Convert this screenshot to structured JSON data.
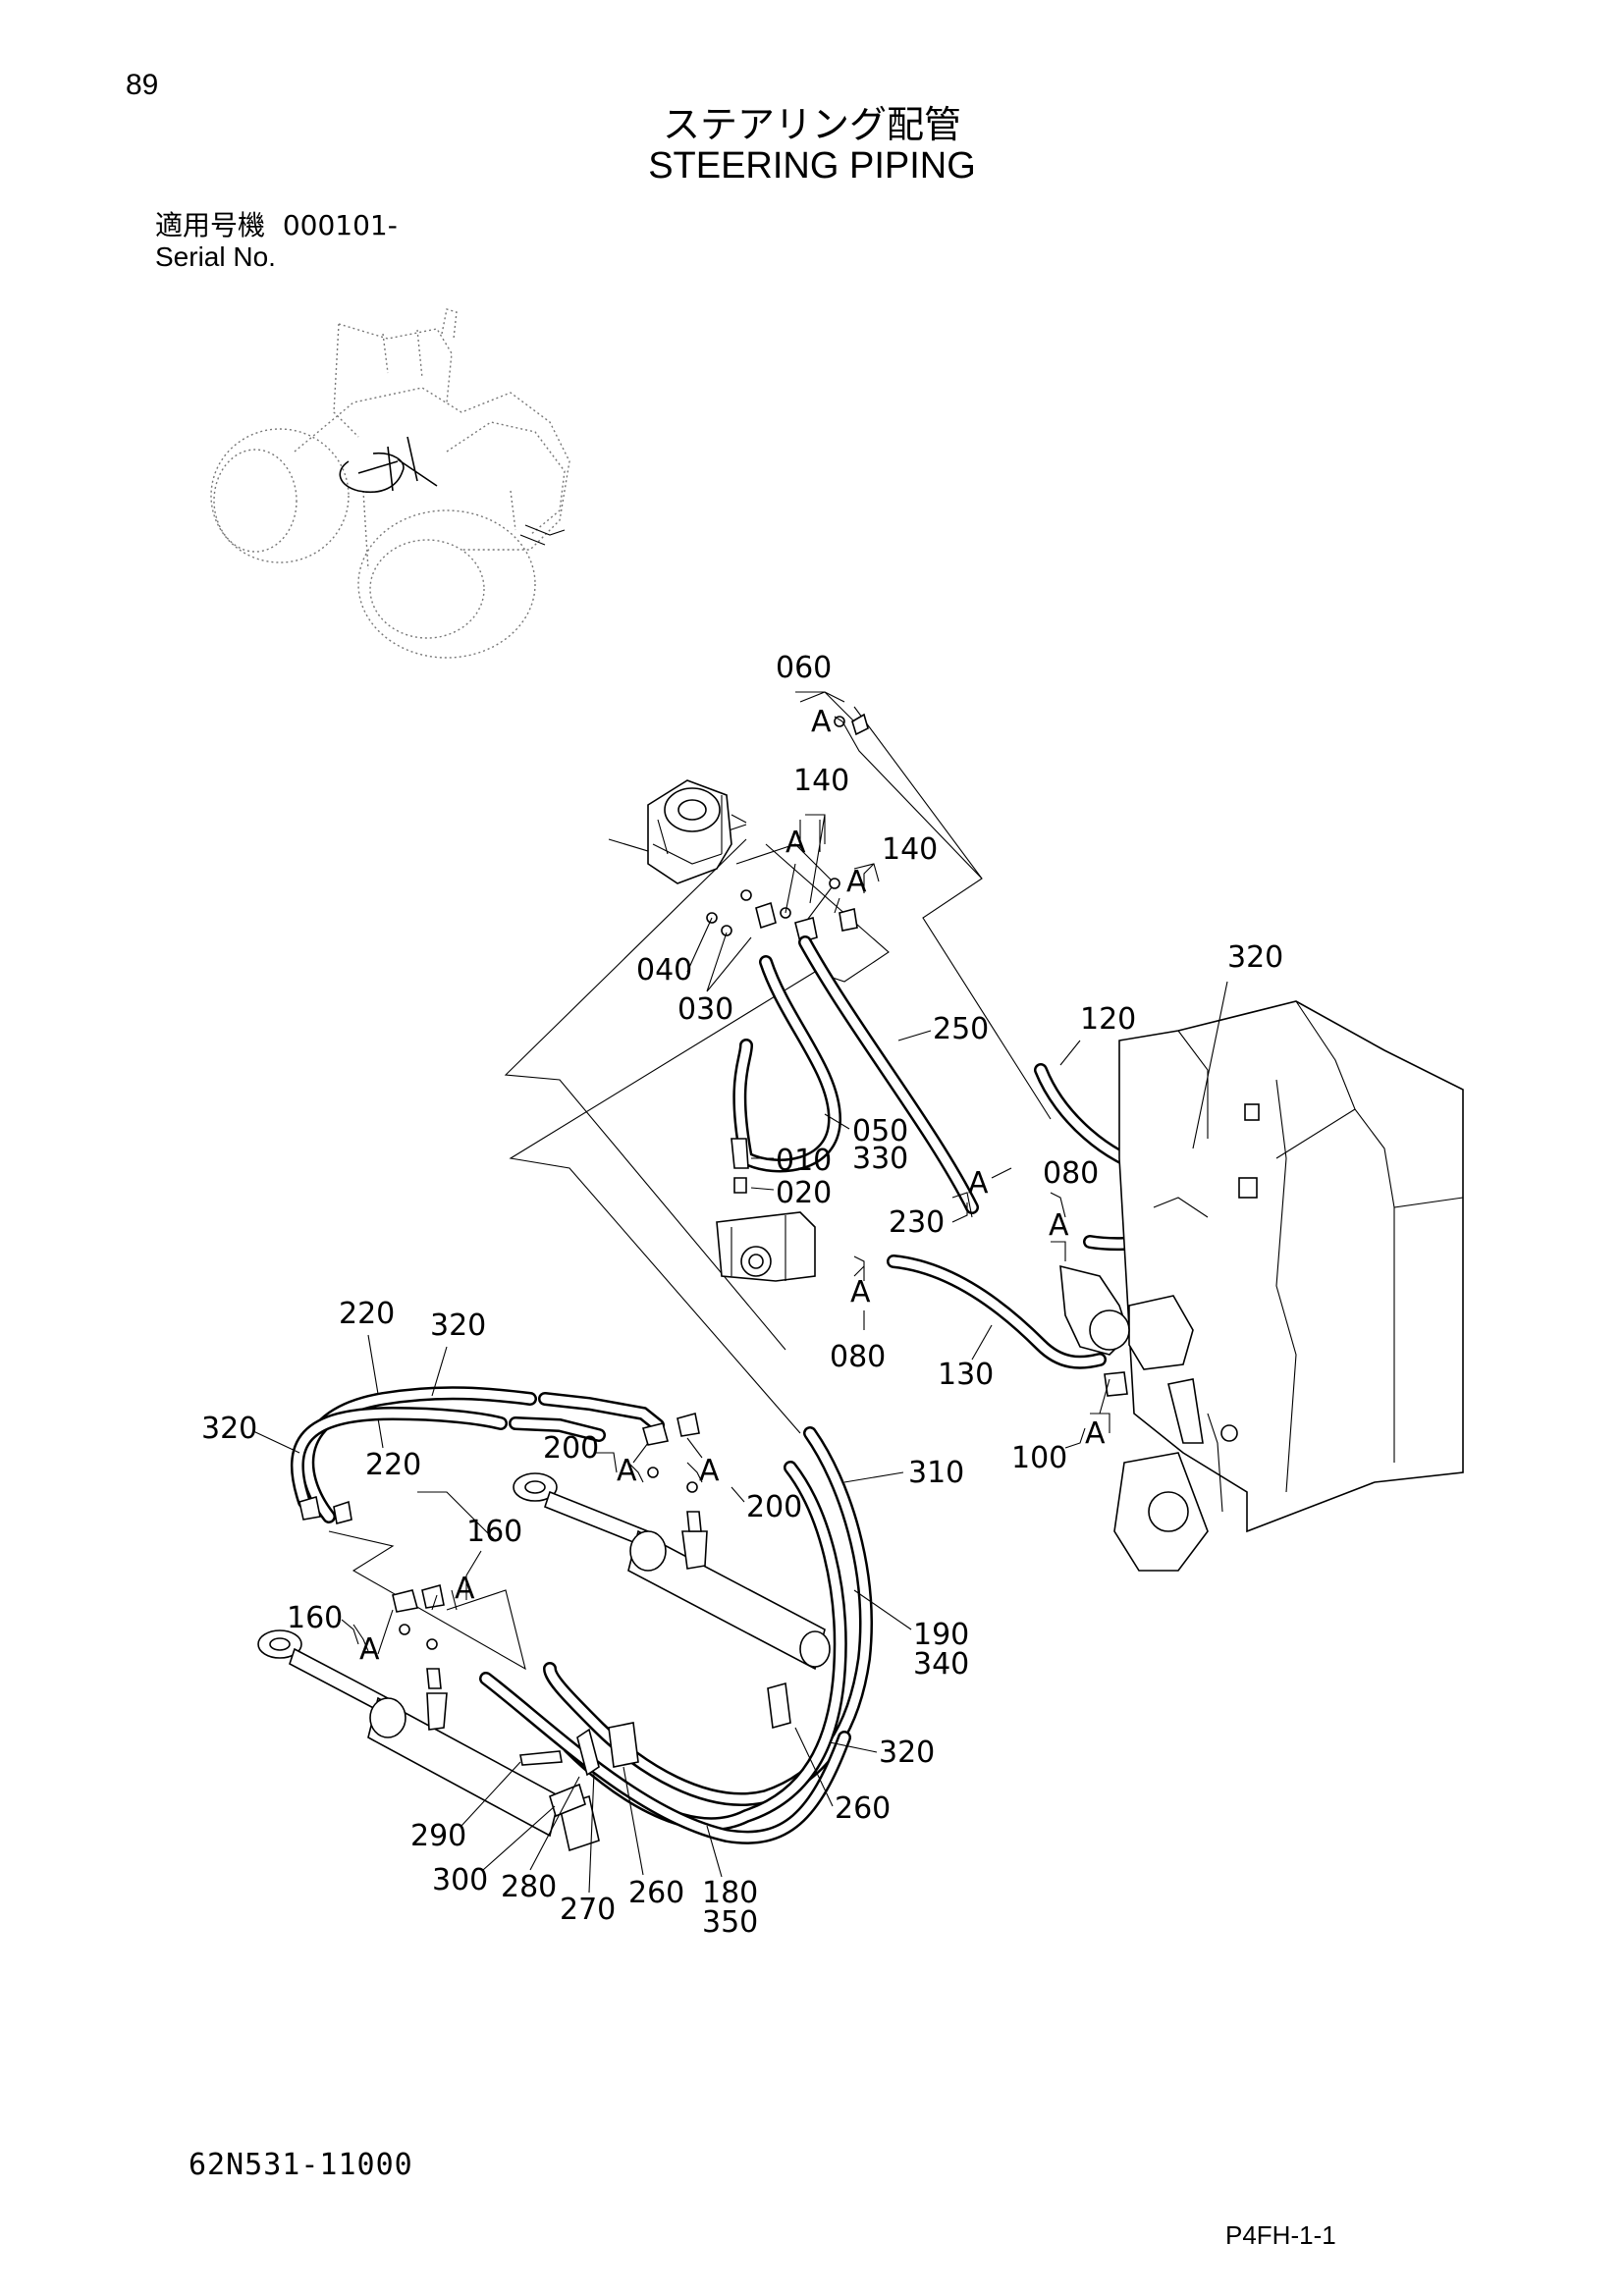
{
  "header": {
    "page_number": "89",
    "title_jp": "ステアリング配管",
    "title_en": "STEERING PIPING"
  },
  "serial": {
    "label_jp": "適用号機",
    "number": "000101-",
    "label_en": "Serial No."
  },
  "footer": {
    "drawing_number": "62N531-11000",
    "page_ref": "P4FH-1-1"
  },
  "callouts": {
    "c060": "060",
    "c140a": "140",
    "c140b": "140",
    "c040": "040",
    "c030": "030",
    "c320a": "320",
    "c250": "250",
    "c120": "120",
    "c050": "050",
    "c330a": "330",
    "c010": "010",
    "c020": "020",
    "c080a": "080",
    "c230": "230",
    "c080b": "080",
    "c130": "130",
    "c100": "100",
    "c220a": "220",
    "c320b": "320",
    "c320c": "320",
    "c220b": "220",
    "c200a": "200",
    "c200b": "200",
    "c310": "310",
    "c160a": "160",
    "c160b": "160",
    "c190": "190",
    "c340": "340",
    "c320d": "320",
    "c260a": "260",
    "c290": "290",
    "c300": "300",
    "c280": "280",
    "c270": "270",
    "c260b": "260",
    "c180": "180",
    "c350": "350"
  },
  "ref_letter": "A"
}
